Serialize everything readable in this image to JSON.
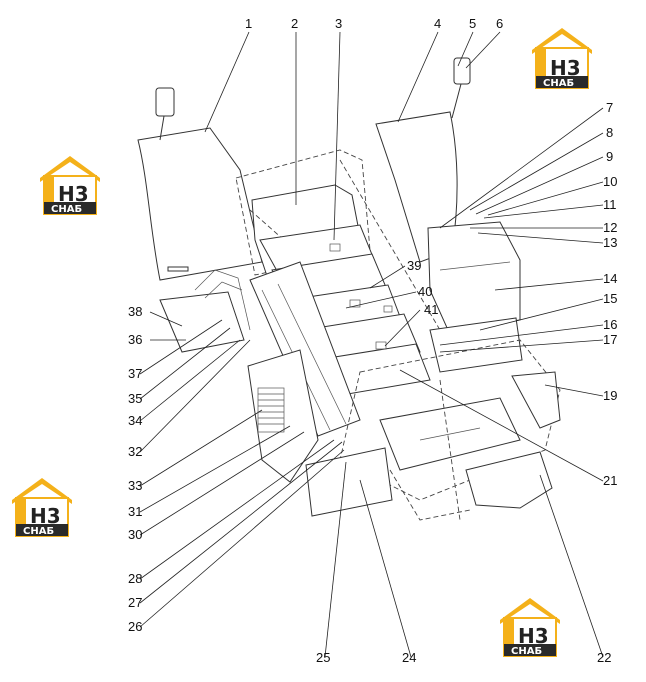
{
  "callouts": [
    {
      "id": "1",
      "label": "1"
    },
    {
      "id": "2",
      "label": "2"
    },
    {
      "id": "3",
      "label": "3"
    },
    {
      "id": "4",
      "label": "4"
    },
    {
      "id": "5",
      "label": "5"
    },
    {
      "id": "6",
      "label": "6"
    },
    {
      "id": "7",
      "label": "7"
    },
    {
      "id": "8",
      "label": "8"
    },
    {
      "id": "9",
      "label": "9"
    },
    {
      "id": "10",
      "label": "10"
    },
    {
      "id": "11",
      "label": "11"
    },
    {
      "id": "12",
      "label": "12"
    },
    {
      "id": "13",
      "label": "13"
    },
    {
      "id": "14",
      "label": "14"
    },
    {
      "id": "15",
      "label": "15"
    },
    {
      "id": "16",
      "label": "16"
    },
    {
      "id": "17",
      "label": "17"
    },
    {
      "id": "19",
      "label": "19"
    },
    {
      "id": "21",
      "label": "21"
    },
    {
      "id": "22",
      "label": "22"
    },
    {
      "id": "24",
      "label": "24"
    },
    {
      "id": "25",
      "label": "25"
    },
    {
      "id": "26",
      "label": "26"
    },
    {
      "id": "27",
      "label": "27"
    },
    {
      "id": "28",
      "label": "28"
    },
    {
      "id": "30",
      "label": "30"
    },
    {
      "id": "31",
      "label": "31"
    },
    {
      "id": "32",
      "label": "32"
    },
    {
      "id": "33",
      "label": "33"
    },
    {
      "id": "34",
      "label": "34"
    },
    {
      "id": "35",
      "label": "35"
    },
    {
      "id": "36",
      "label": "36"
    },
    {
      "id": "37",
      "label": "37"
    },
    {
      "id": "38",
      "label": "38"
    },
    {
      "id": "39",
      "label": "39"
    },
    {
      "id": "40",
      "label": "40"
    },
    {
      "id": "41",
      "label": "41"
    }
  ],
  "watermark": {
    "main": "H3",
    "sub": "СНАБ",
    "roof_color": "#f4b11a",
    "bar_color": "#2a2a2a"
  }
}
